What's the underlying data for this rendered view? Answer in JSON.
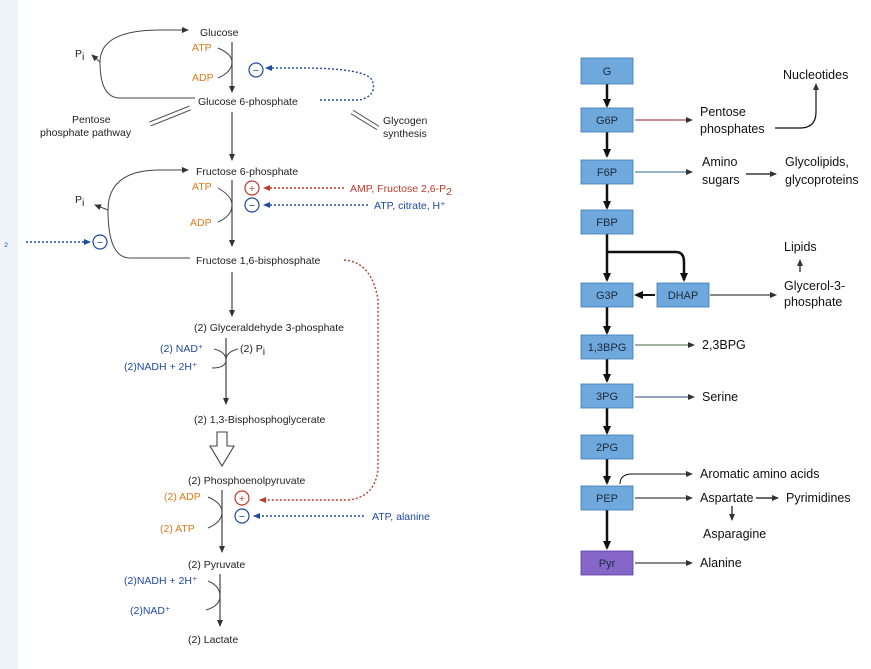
{
  "left_diagram": {
    "glucose": "Glucose",
    "atp_1": "ATP",
    "adp_1": "ADP",
    "pi_1": "P",
    "pi_sub": "i",
    "g6p": "Glucose 6-phosphate",
    "pentose_pathway_line1": "Pentose",
    "pentose_pathway_line2": "phosphate pathway",
    "glycogen_line1": "Glycogen",
    "glycogen_line2": "synthesis",
    "f6p": "Fructose 6-phosphate",
    "atp_2": "ATP",
    "adp_2": "ADP",
    "pi_2": "P",
    "activators_pfk": "AMP, Fructose 2,6-P",
    "activators_pfk_sub": "2",
    "inhibitors_pfk": "ATP, citrate, H⁺",
    "f16bp_inhibitor": "₂",
    "f16bp": "Fructose 1,6-bisphosphate",
    "ga3p": "(2) Glyceraldehyde 3-phosphate",
    "nad_1": "(2) NAD⁺",
    "pi_3": "(2) P",
    "nadh_1": "(2)NADH + 2H⁺",
    "bpg": "(2) 1,3-Bisphosphoglycerate",
    "pep": "(2) Phosphoenolpyruvate",
    "adp_3": "(2) ADP",
    "atp_3": "(2) ATP",
    "inhibitors_pk": "ATP, alanine",
    "pyruvate": "(2) Pyruvate",
    "nadh_2": "(2)NADH + 2H⁺",
    "nad_2": "(2)NAD⁺",
    "lactate": "(2) Lactate",
    "plus_sign": "+",
    "minus_sign": "−"
  },
  "right_diagram": {
    "boxes": [
      "G",
      "G6P",
      "F6P",
      "FBP",
      "G3P",
      "DHAP",
      "1,3BPG",
      "3PG",
      "2PG",
      "PEP",
      "Pyr"
    ],
    "nucleotides": "Nucleotides",
    "pentose_phosphates_line1": "Pentose",
    "pentose_phosphates_line2": "phosphates",
    "amino_sugars_line1": "Amino",
    "amino_sugars_line2": "sugars",
    "glycolipids_line1": "Glycolipids,",
    "glycolipids_line2": "glycoproteins",
    "lipids": "Lipids",
    "glycerol3p_line1": "Glycerol-3-",
    "glycerol3p_line2": "phosphate",
    "bpg_23": "2,3BPG",
    "serine": "Serine",
    "aromatic": "Aromatic amino acids",
    "aspartate": "Aspartate",
    "pyrimidines": "Pyrimidines",
    "asparagine": "Asparagine",
    "alanine": "Alanine"
  },
  "colors": {
    "orange": "#e07a1a",
    "blue": "#1f4aa0",
    "red": "#c0392b",
    "box_blue": "#6fa8dc",
    "box_purple": "#8667c9"
  }
}
